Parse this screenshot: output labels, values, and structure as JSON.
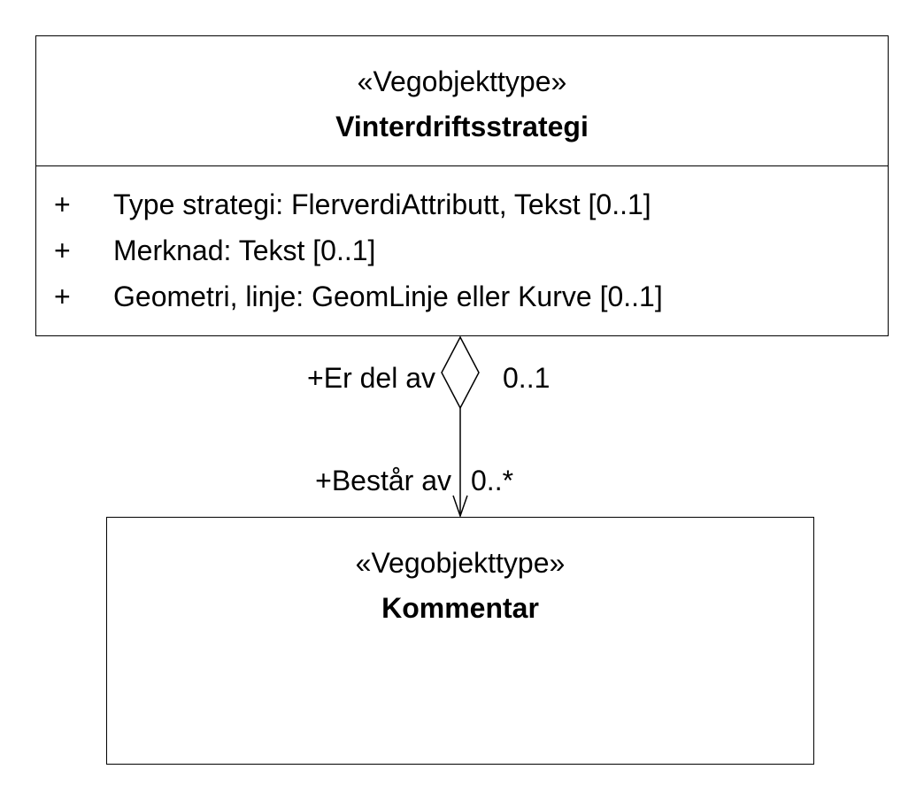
{
  "classes": {
    "top": {
      "stereotype": "«Vegobjekttype»",
      "name": "Vinterdriftsstrategi",
      "attributes": [
        {
          "visibility": "+",
          "text": "Type strategi: FlerverdiAttributt, Tekst [0..1]"
        },
        {
          "visibility": "+",
          "text": "Merknad: Tekst [0..1]"
        },
        {
          "visibility": "+",
          "text": "Geometri, linje: GeomLinje eller Kurve [0..1]"
        }
      ]
    },
    "bottom": {
      "stereotype": "«Vegobjekttype»",
      "name": "Kommentar"
    }
  },
  "association": {
    "kind": "aggregation",
    "whole_end": {
      "role": "+Er del av",
      "multiplicity": "0..1"
    },
    "part_end": {
      "role": "+Består av",
      "multiplicity": "0..*"
    }
  }
}
